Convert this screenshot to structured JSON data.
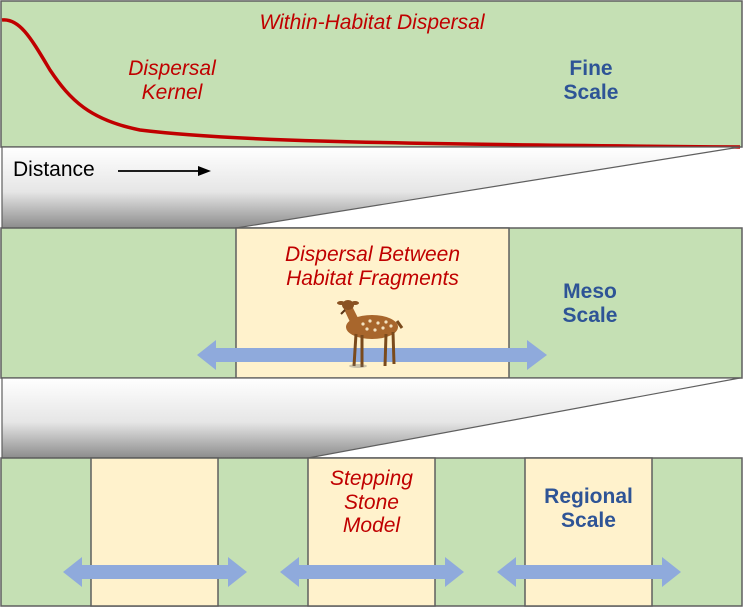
{
  "colors": {
    "habitat_green": "#c5e0b4",
    "fragment_yellow": "#fff2cc",
    "kernel_red": "#c00000",
    "arrow_blue": "#8faadc",
    "scale_blue": "#2e5496",
    "outline": "#5f5f5f"
  },
  "fine": {
    "title": "Within-Habitat Dispersal",
    "kernel_label_line1": "Dispersal",
    "kernel_label_line2": "Kernel",
    "scale_line1": "Fine",
    "scale_line2": "Scale",
    "distance_label": "Distance"
  },
  "meso": {
    "title_line1": "Dispersal Between",
    "title_line2": "Habitat Fragments",
    "scale_line1": "Meso",
    "scale_line2": "Scale",
    "animal_icon": "deer-icon"
  },
  "regional": {
    "model_line1": "Stepping",
    "model_line2": "Stone",
    "model_line3": "Model",
    "scale_line1": "Regional",
    "scale_line2": "Scale",
    "arrow_icon": "double-headed-arrow-icon"
  }
}
